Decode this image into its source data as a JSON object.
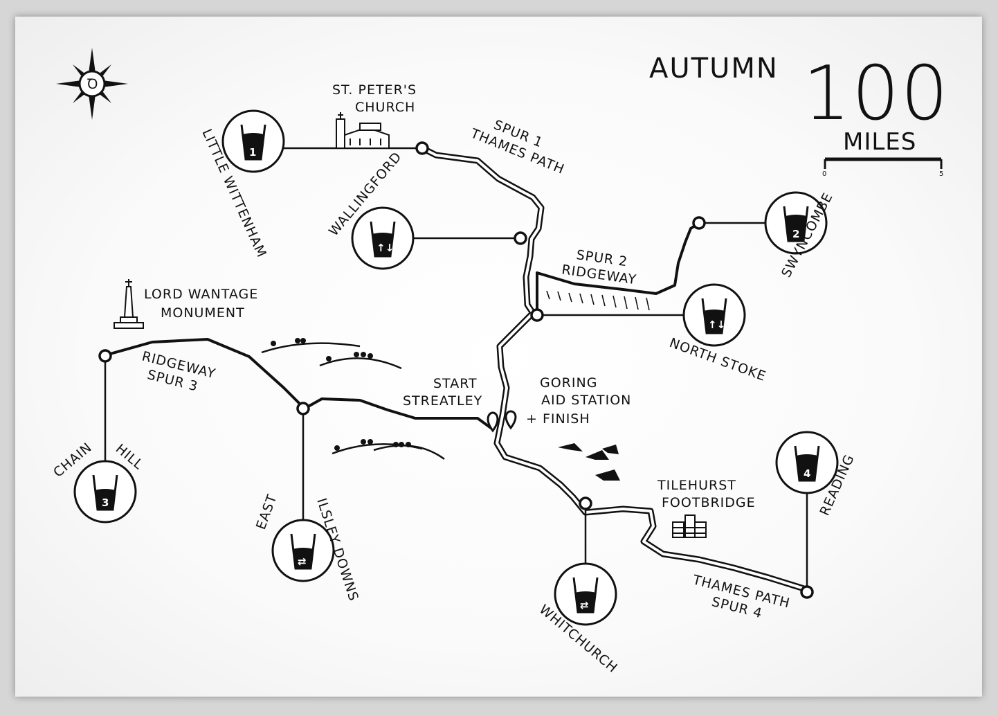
{
  "title": {
    "autumn": "AUTUMN",
    "number": "100",
    "unit": "MILES",
    "scale_start": "0",
    "scale_end": "5"
  },
  "compass": {
    "icon": "compass-rose-icon",
    "logo": "Ꝺ"
  },
  "stations": [
    {
      "id": "little-wittenham",
      "name": "LITTLE WITTENHAM",
      "icon_text": "1"
    },
    {
      "id": "wallingford",
      "name": "WALLINGFORD",
      "icon_text": "↑↓"
    },
    {
      "id": "swyncombe",
      "name": "SWYNCOMBE",
      "icon_text": "2"
    },
    {
      "id": "north-stoke",
      "name": "NORTH STOKE",
      "icon_text": "↑↓"
    },
    {
      "id": "chain-hill",
      "name_part1": "CHAIN",
      "name_part2": "HILL",
      "icon_text": "3"
    },
    {
      "id": "east-ilsley-downs",
      "name_part1": "EAST",
      "name_part2": "ILSLEY DOWNS",
      "icon_text": "⇄"
    },
    {
      "id": "whitchurch",
      "name": "WHITCHURCH",
      "icon_text": "⇄"
    },
    {
      "id": "reading",
      "name": "READING",
      "icon_text": "4"
    }
  ],
  "spurs": {
    "spur1_line1": "SPUR 1",
    "spur1_line2": "THAMES PATH",
    "spur2_line1": "SPUR 2",
    "spur2_line2": "RIDGEWAY",
    "spur3_line1": "RIDGEWAY",
    "spur3_line2": "SPUR 3",
    "spur4_line1": "THAMES PATH",
    "spur4_line2": "SPUR 4"
  },
  "landmarks": {
    "church_line1": "ST. PETER'S",
    "church_line2": "CHURCH",
    "monument_line1": "LORD WANTAGE",
    "monument_line2": "MONUMENT",
    "footbridge_line1": "TILEHURST",
    "footbridge_line2": "FOOTBRIDGE"
  },
  "start": {
    "line1": "START",
    "line2": "STREATLEY"
  },
  "finish": {
    "line1": "GORING",
    "line2": "AID STATION",
    "line3": "+ FINISH"
  },
  "colors": {
    "ink": "#111111",
    "paper": "#ffffff",
    "frame": "#d6d6d6"
  }
}
